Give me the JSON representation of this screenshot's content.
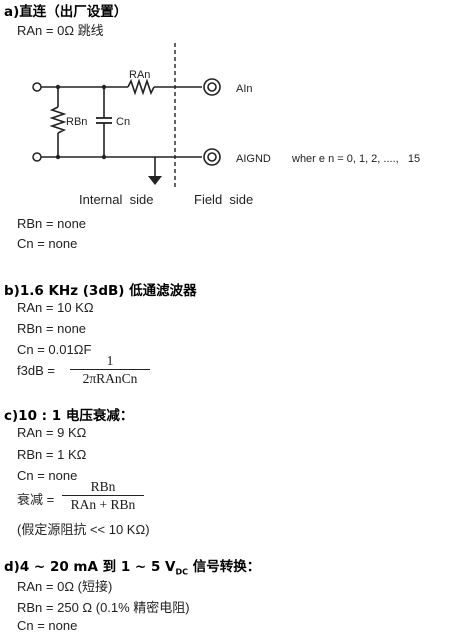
{
  "section_a": {
    "heading": "a)直连（出厂设置）",
    "ran_line": "RAn = 0Ω 跳线",
    "rbn_line": "RBn = none",
    "cn_line": "Cn = none"
  },
  "diagram": {
    "ran_label": "RAn",
    "rbn_label": "RBn",
    "cn_label": "Cn",
    "ain_label": "AIn",
    "aignd_label": "AIGND",
    "where_label": "wher e n = 0, 1, 2, ....,   15",
    "internal_label": "Internal  side",
    "field_label": "Field  side"
  },
  "section_b": {
    "heading": "b)1.6 KHz (3dB) 低通滤波器",
    "ran_line": "RAn = 10 KΩ",
    "rbn_line": "RBn = none",
    "cn_line": "Cn = 0.01ΩF",
    "f3db_label": "f3dB =",
    "frac_num": "1",
    "frac_den": "2πRAnCn"
  },
  "section_c": {
    "heading": "c)10 : 1 电压衰减：",
    "ran_line": "RAn = 9 KΩ",
    "rbn_line": "RBn = 1 KΩ",
    "cn_line": "Cn = none",
    "atten_label": "衰减 =",
    "frac_num": "RBn",
    "frac_den": "RAn + RBn",
    "note": "(假定源阻抗 << 10 KΩ)"
  },
  "section_d": {
    "heading_pre": "d)4 ~ 20 mA 到 1 ~ 5 V",
    "heading_sub": "DC",
    "heading_post": " 信号转换：",
    "ran_line": "RAn = 0Ω (短接)",
    "rbn_line": "RBn = 250 Ω (0.1% 精密电阻)",
    "cn_line": "Cn = none"
  }
}
